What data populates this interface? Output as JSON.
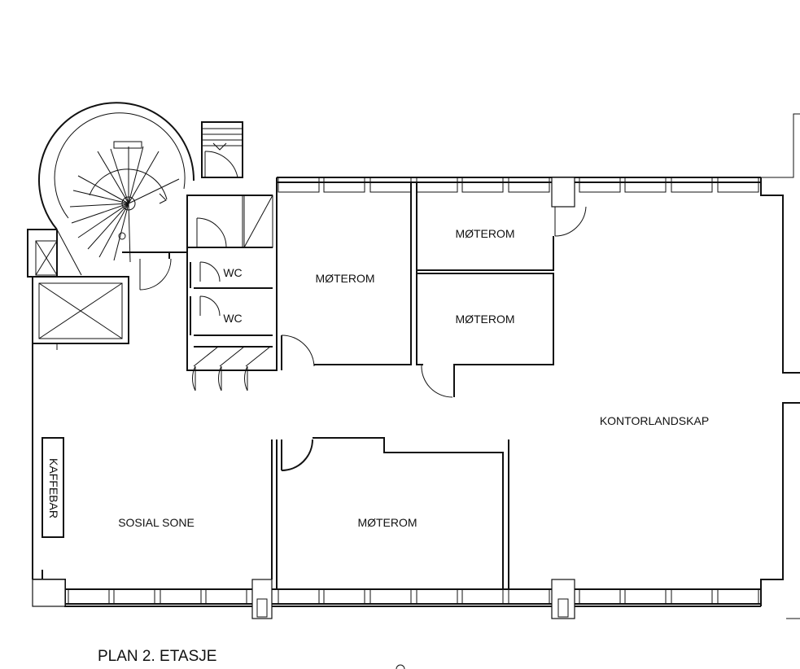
{
  "plan": {
    "title": "PLAN 2. ETASJE",
    "rooms": [
      {
        "key": "moterom-center",
        "label": "MØTEROM"
      },
      {
        "key": "moterom-top-right",
        "label": "MØTEROM"
      },
      {
        "key": "moterom-mid-right",
        "label": "MØTEROM"
      },
      {
        "key": "moterom-bottom",
        "label": "MØTEROM"
      },
      {
        "key": "wc-upper",
        "label": "WC"
      },
      {
        "key": "wc-lower",
        "label": "WC"
      },
      {
        "key": "kontorlandskap",
        "label": "KONTORLANDSKAP"
      },
      {
        "key": "sosial-sone",
        "label": "SOSIAL SONE"
      },
      {
        "key": "kaffebar",
        "label": "KAFFEBAR"
      }
    ]
  }
}
